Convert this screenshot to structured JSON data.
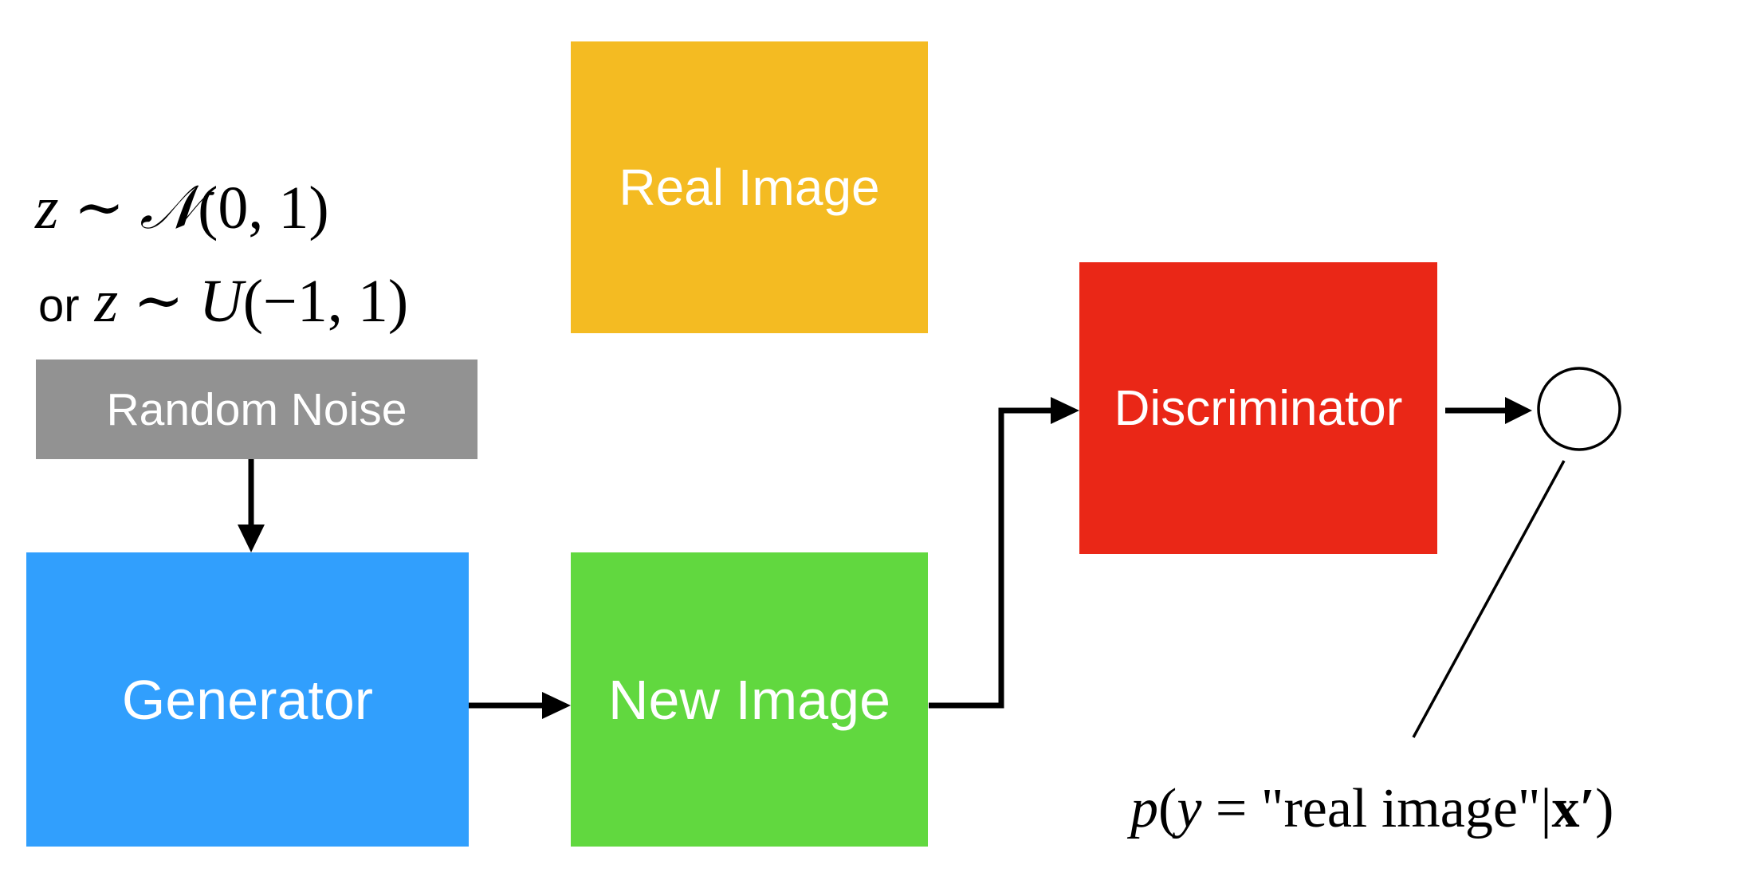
{
  "boxes": {
    "real_image": {
      "label": "Real Image",
      "color": "#F4BB22"
    },
    "random_noise": {
      "label": "Random Noise",
      "color": "#929292"
    },
    "generator": {
      "label": "Generator",
      "color": "#319FFD"
    },
    "new_image": {
      "label": "New Image",
      "color": "#61D83F"
    },
    "discriminator": {
      "label": "Discriminator",
      "color": "#EA2717"
    }
  },
  "noise_distribution": {
    "line1": {
      "z": "z",
      "sim": "∼",
      "dist": "𝒩",
      "args": "(0, 1)"
    },
    "line2": {
      "prefix": "or",
      "z": "z",
      "sim": "∼",
      "dist": "U",
      "args": "(−1, 1)"
    }
  },
  "output_formula": {
    "p": "p",
    "open": "(",
    "y": "y",
    "eq": " = ",
    "quoted": "\"real image\"",
    "bar": "|",
    "x": "x′",
    "close": ")"
  }
}
